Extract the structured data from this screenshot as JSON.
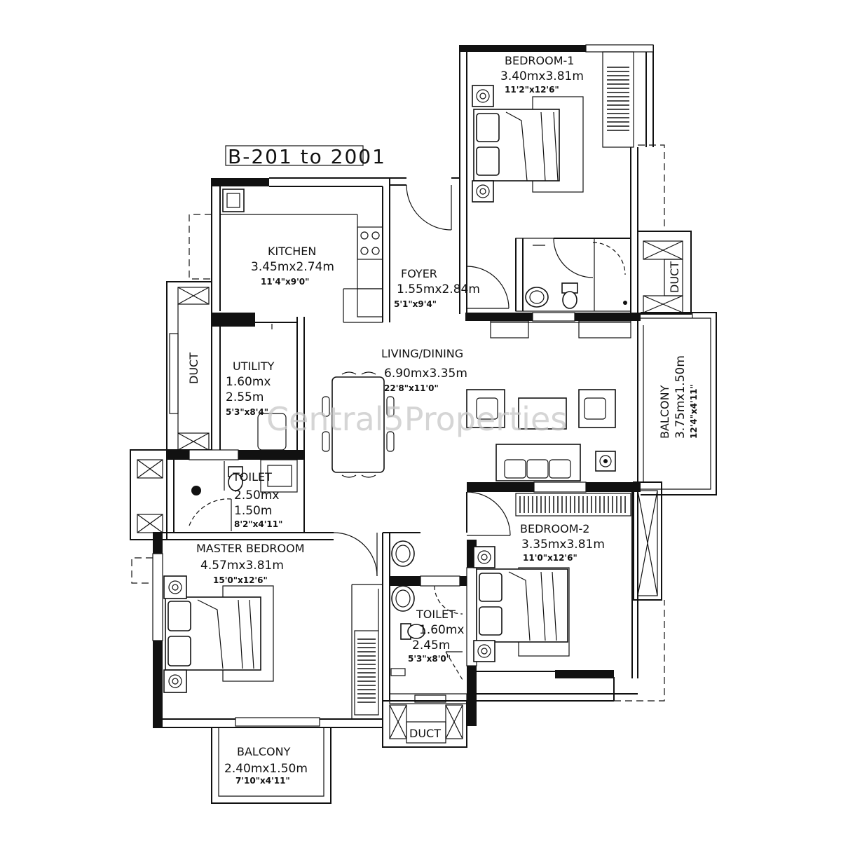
{
  "title": "B-201 to 2001",
  "watermark": "Central5Properties",
  "rooms": {
    "bedroom1": {
      "name": "BEDROOM-1",
      "metric": "3.40mx3.81m",
      "imperial": "11'2\"x12'6\""
    },
    "kitchen": {
      "name": "KITCHEN",
      "metric": "3.45mx2.74m",
      "imperial": "11'4\"x9'0\""
    },
    "foyer": {
      "name": "FOYER",
      "metric": "1.55mx2.84m",
      "imperial": "5'1\"x9'4\""
    },
    "utility": {
      "name": "UTILITY",
      "metric_line1": "1.60mx",
      "metric_line2": "2.55m",
      "imperial": "5'3\"x8'4\""
    },
    "living": {
      "name": "LIVING/DINING",
      "metric": "6.90mx3.35m",
      "imperial": "22'8\"x11'0\""
    },
    "balcony_right": {
      "name": "BALCONY",
      "metric": "3.75mx1.50m",
      "imperial": "12'4\"x4'11\""
    },
    "toilet1": {
      "name": "TOILET",
      "metric_line1": "2.50mx",
      "metric_line2": "1.50m",
      "imperial": "8'2\"x4'11\""
    },
    "master": {
      "name": "MASTER BEDROOM",
      "metric": "4.57mx3.81m",
      "imperial": "15'0\"x12'6\""
    },
    "bedroom2": {
      "name": "BEDROOM-2",
      "metric": "3.35mx3.81m",
      "imperial": "11'0\"x12'6\""
    },
    "toilet2": {
      "name": "TOILET",
      "metric_line1": "1.60mx",
      "metric_line2": "2.45m",
      "imperial": "5'3\"x8'0\""
    },
    "balcony_bottom": {
      "name": "BALCONY",
      "metric": "2.40mx1.50m",
      "imperial": "7'10\"x4'11\""
    }
  },
  "ducts": {
    "left": "DUCT",
    "right": "DUCT",
    "bottom": "DUCT"
  }
}
